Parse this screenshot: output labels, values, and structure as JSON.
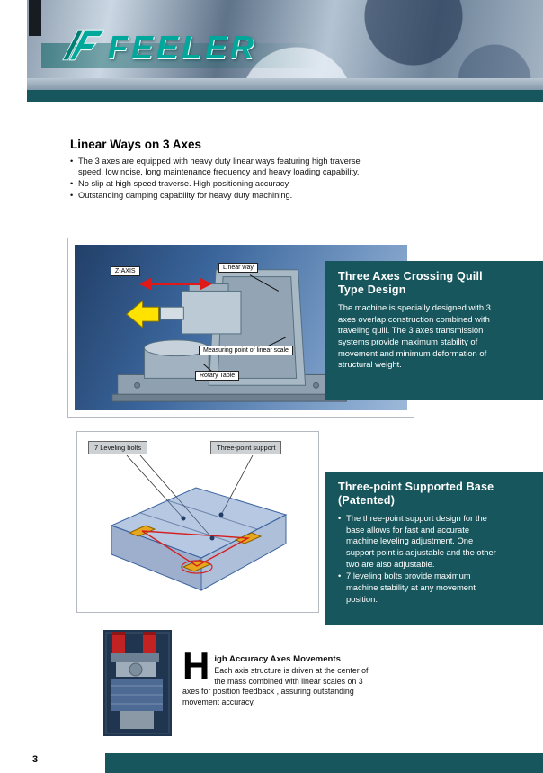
{
  "brand": "FEELER",
  "page": {
    "number": "3"
  },
  "colors": {
    "accent_teal": "#17565c",
    "brand_teal": "#00a79b",
    "figure_blue": "#3a659b",
    "arrow_red": "#e01818",
    "arrow_yellow": "#ffe200",
    "pad_orange": "#e8a61e"
  },
  "section1": {
    "title": "Linear Ways on 3 Axes",
    "bullets": [
      "The 3 axes are equipped with heavy duty linear ways featuring high traverse speed, low noise, long maintenance frequency and heavy loading capability.",
      "No slip at high speed traverse. High positioning accuracy.",
      "Outstanding damping capability for heavy duty machining."
    ]
  },
  "figure1": {
    "labels": {
      "z_axis": "Z-AXIS",
      "linear_way": "Linear way",
      "measuring": "Measuring point of linear scale",
      "rotary": "Rotary Table"
    }
  },
  "panel1": {
    "title": "Three Axes Crossing Quill Type Design",
    "body": "The machine is specially designed with 3 axes overlap construction combined with traveling quill. The 3 axes transmission systems provide maximum stability of movement and minimum deformation of structural weight."
  },
  "figure2": {
    "labels": {
      "leveling": "7 Leveling bolts",
      "support": "Three-point support"
    }
  },
  "panel2": {
    "title": "Three-point Supported Base (Patented)",
    "bullets": [
      "The three-point support design for the base allows for fast and accurate machine leveling adjustment. One support point is adjustable and the other two are also adjustable.",
      "7 leveling bolts provide maximum machine stability at any movement position."
    ]
  },
  "panel3": {
    "dropcap": "H",
    "title": "igh Accuracy Axes Movements",
    "body": "Each axis structure is driven at the center of the mass combined with linear scales on 3 axes for position feedback , assuring outstanding movement accuracy."
  }
}
